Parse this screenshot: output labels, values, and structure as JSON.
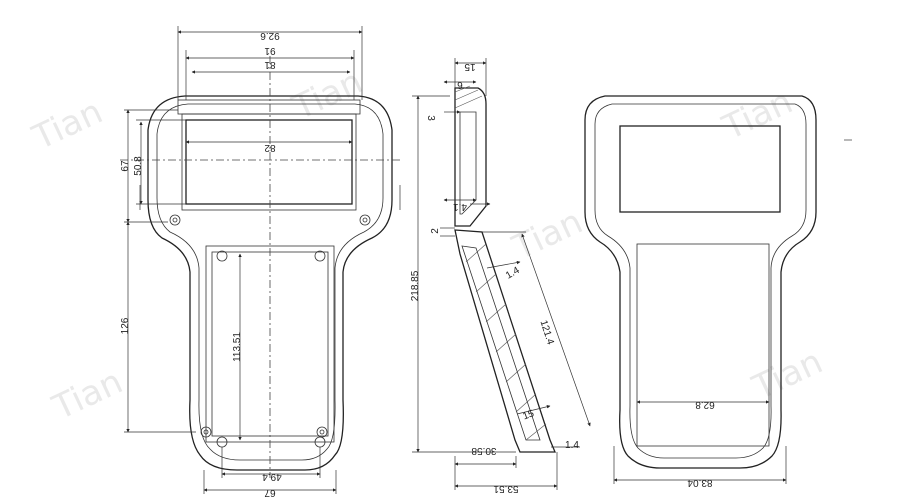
{
  "front_view": {
    "overall_width": "92.6",
    "screen_frame_width": "91",
    "screen_inner_width": "81",
    "window_width": "82",
    "top_height": "67",
    "window_height": "50.8",
    "grip_height": "126",
    "battery_bay_height": "113.51",
    "bay_width": "49.4",
    "bottom_width": "67"
  },
  "side_view": {
    "top_depth": "15",
    "rim_depth": "6",
    "wall_offset": "3",
    "lower_step": "2",
    "ledge": "4.1",
    "wall_thickness": "1.4",
    "overall_height": "218.85",
    "slope_length": "121.4",
    "foot_depth": "30.58",
    "base_depth": "53.51",
    "foot_wall": "1.4",
    "foot_step": "15"
  },
  "back_view": {
    "bay_width": "62.8",
    "overall_width": "83.04"
  },
  "watermark": "Tian"
}
